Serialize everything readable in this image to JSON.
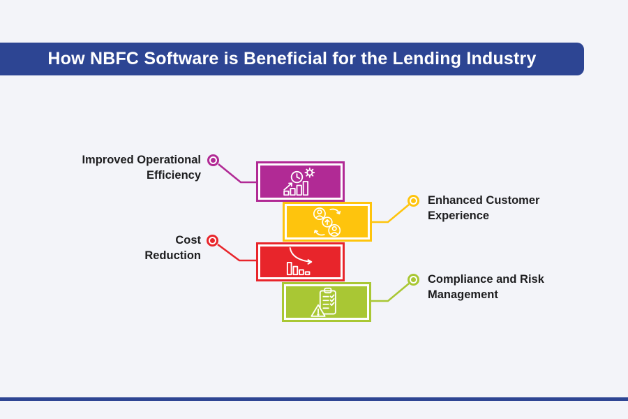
{
  "title": "How NBFC Software is Beneficial for the Lending Industry",
  "colors": {
    "background": "#f3f4f9",
    "banner": "#2d4593",
    "footer_line": "#2d4593",
    "label_text": "#1d1d1f",
    "box_gap": "#ffffff",
    "icon_stroke": "#ffffff"
  },
  "items": [
    {
      "label_line1": "Improved Operational",
      "label_line2": "Efficiency",
      "color": "#b12a95",
      "icon": "efficiency-growth-icon",
      "side": "left"
    },
    {
      "label_line1": "Enhanced Customer",
      "label_line2": "Experience",
      "color": "#fec40d",
      "icon": "customer-cycle-icon",
      "side": "right"
    },
    {
      "label_line1": "Cost",
      "label_line2": "Reduction",
      "color": "#e8252b",
      "icon": "cost-decline-icon",
      "side": "left"
    },
    {
      "label_line1": "Compliance and Risk",
      "label_line2": "Management",
      "color": "#a9c734",
      "icon": "compliance-checklist-icon",
      "side": "right"
    }
  ]
}
